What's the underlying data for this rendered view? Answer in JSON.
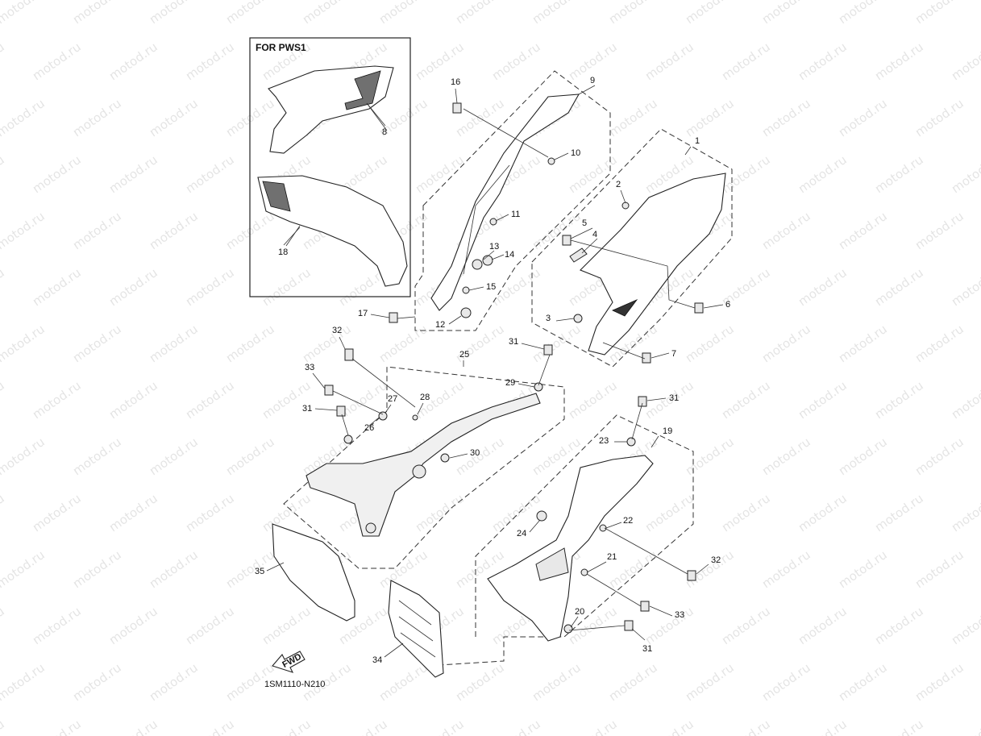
{
  "watermark": "motod.ru",
  "inset": {
    "title": "FOR PWS1"
  },
  "diagram_code": "1SM1110-N210",
  "fwd_label": "FWD",
  "callouts": [
    "1",
    "2",
    "3",
    "4",
    "5",
    "6",
    "7",
    "8",
    "9",
    "10",
    "11",
    "12",
    "13",
    "14",
    "15",
    "16",
    "17",
    "18",
    "19",
    "20",
    "21",
    "22",
    "23",
    "24",
    "25",
    "26",
    "27",
    "28",
    "29",
    "30",
    "31",
    "32",
    "33",
    "34",
    "35"
  ]
}
